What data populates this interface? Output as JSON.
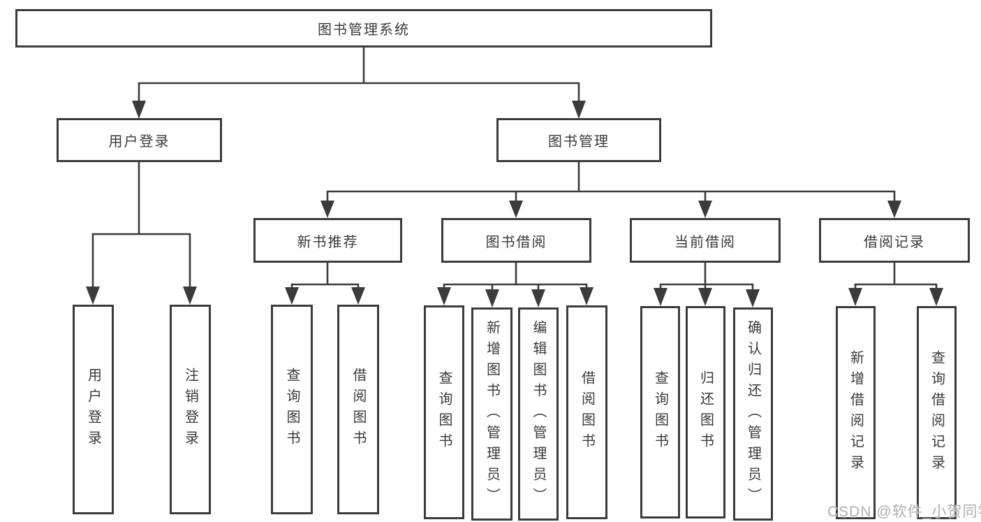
{
  "tree": {
    "root": {
      "label": "图书管理系统"
    },
    "level2": [
      {
        "label": "用户登录"
      },
      {
        "label": "图书管理"
      }
    ],
    "level3": [
      {
        "label": "新书推荐"
      },
      {
        "label": "图书借阅"
      },
      {
        "label": "当前借阅"
      },
      {
        "label": "借阅记录"
      }
    ],
    "leaves": [
      {
        "label": "用户登录"
      },
      {
        "label": "注销登录"
      },
      {
        "label": "查询图书"
      },
      {
        "label": "借阅图书"
      },
      {
        "label": "查询图书"
      },
      {
        "label": "新增图书（管理员）"
      },
      {
        "label": "编辑图书（管理员）"
      },
      {
        "label": "借阅图书"
      },
      {
        "label": "查询图书"
      },
      {
        "label": "归还图书"
      },
      {
        "label": "确认归还（管理员）"
      },
      {
        "label": "新增借阅记录"
      },
      {
        "label": "查询借阅记录"
      }
    ]
  },
  "watermark": {
    "text": "CSDN @软件_小贺同学"
  },
  "colors": {
    "line": "#3b3b3b",
    "text": "#3a3a3a",
    "box_background": "#ffffff",
    "page_background": "#ffffff",
    "watermark": "#b5b5b5"
  }
}
